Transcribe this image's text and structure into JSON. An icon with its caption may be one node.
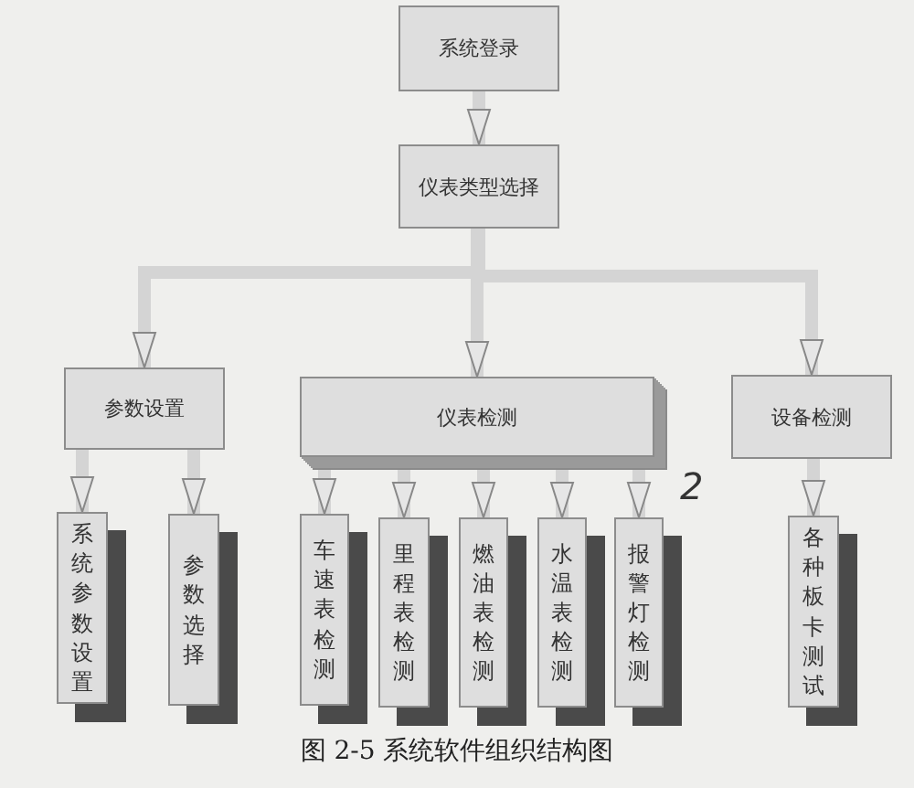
{
  "diagram": {
    "caption": "图 2-5 系统软件组织结构图",
    "nodes": [
      {
        "text": [
          "系统登录"
        ]
      },
      {
        "text": [
          "仪表类型选择"
        ]
      },
      {
        "text": [
          "参数设置"
        ]
      },
      {
        "text": [
          "仪表检测"
        ]
      },
      {
        "text": [
          "设备检测"
        ]
      },
      {
        "text": [
          "系统参数设置"
        ]
      },
      {
        "text": [
          "参数选择"
        ]
      },
      {
        "text": [
          "车速表检测"
        ]
      },
      {
        "text": [
          "里程表检测"
        ]
      },
      {
        "text": [
          "燃油表检测"
        ]
      },
      {
        "text": [
          "水温表检测"
        ]
      },
      {
        "text": [
          "报警灯检测"
        ]
      },
      {
        "text": [
          "各种板卡测试"
        ]
      }
    ],
    "edges": [
      {
        "from": 0,
        "to": 1,
        "arrow": "to"
      },
      {
        "from": 1,
        "to": 2,
        "arrow": "to"
      },
      {
        "from": 1,
        "to": 3,
        "arrow": "to"
      },
      {
        "from": 1,
        "to": 4,
        "arrow": "to"
      },
      {
        "from": 2,
        "to": 5,
        "arrow": "to"
      },
      {
        "from": 2,
        "to": 6,
        "arrow": "to"
      },
      {
        "from": 3,
        "to": 7,
        "arrow": "to"
      },
      {
        "from": 3,
        "to": 8,
        "arrow": "to"
      },
      {
        "from": 3,
        "to": 9,
        "arrow": "to"
      },
      {
        "from": 3,
        "to": 10,
        "arrow": "to"
      },
      {
        "from": 3,
        "to": 11,
        "arrow": "to"
      },
      {
        "from": 4,
        "to": 12,
        "arrow": "to"
      }
    ],
    "labels": [
      "2"
    ]
  }
}
